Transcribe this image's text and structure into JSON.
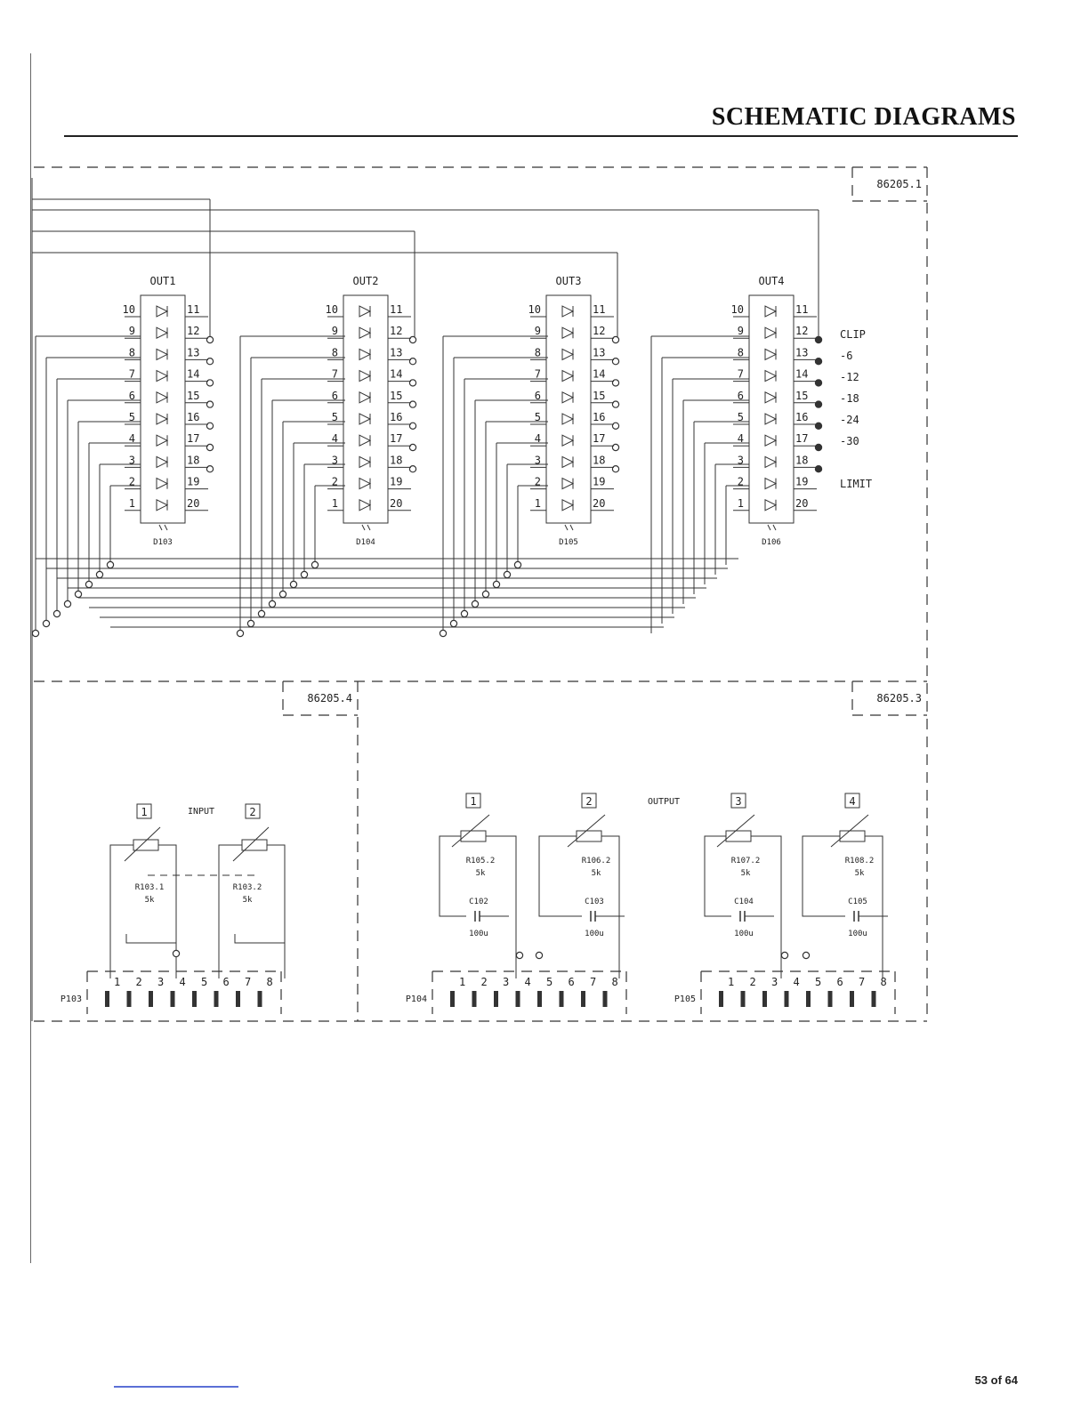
{
  "header": {
    "title": "SCHEMATIC DIAGRAMS"
  },
  "footer": {
    "page": "53 of 64"
  },
  "boards": {
    "top": "86205.1",
    "input": "86205.4",
    "output": "86205.3"
  },
  "led_arrays": [
    {
      "name": "OUT1",
      "ref": "D103"
    },
    {
      "name": "OUT2",
      "ref": "D104"
    },
    {
      "name": "OUT3",
      "ref": "D105"
    },
    {
      "name": "OUT4",
      "ref": "D106"
    }
  ],
  "pins_left": [
    "10",
    "9",
    "8",
    "7",
    "6",
    "5",
    "4",
    "3",
    "2",
    "1"
  ],
  "pins_right": [
    "11",
    "12",
    "13",
    "14",
    "15",
    "16",
    "17",
    "18",
    "19",
    "20"
  ],
  "levels": [
    "CLIP",
    "-6",
    "-12",
    "-18",
    "-24",
    "-30",
    "LIMIT"
  ],
  "input_section": {
    "label": "INPUT",
    "channels": [
      "1",
      "2"
    ],
    "pots": [
      {
        "ref": "R103.1",
        "value": "5k"
      },
      {
        "ref": "R103.2",
        "value": "5k"
      }
    ],
    "connector": "P103"
  },
  "output_section": {
    "label": "OUTPUT",
    "channels": [
      "1",
      "2",
      "3",
      "4"
    ],
    "pots": [
      {
        "ref": "R105.2",
        "value": "5k"
      },
      {
        "ref": "R106.2",
        "value": "5k"
      },
      {
        "ref": "R107.2",
        "value": "5k"
      },
      {
        "ref": "R108.2",
        "value": "5k"
      }
    ],
    "caps": [
      {
        "ref": "C102",
        "value": "100u"
      },
      {
        "ref": "C103",
        "value": "100u"
      },
      {
        "ref": "C104",
        "value": "100u"
      },
      {
        "ref": "C105",
        "value": "100u"
      }
    ],
    "connectors": [
      "P104",
      "P105"
    ]
  },
  "connector_pins": [
    "1",
    "2",
    "3",
    "4",
    "5",
    "6",
    "7",
    "8"
  ]
}
